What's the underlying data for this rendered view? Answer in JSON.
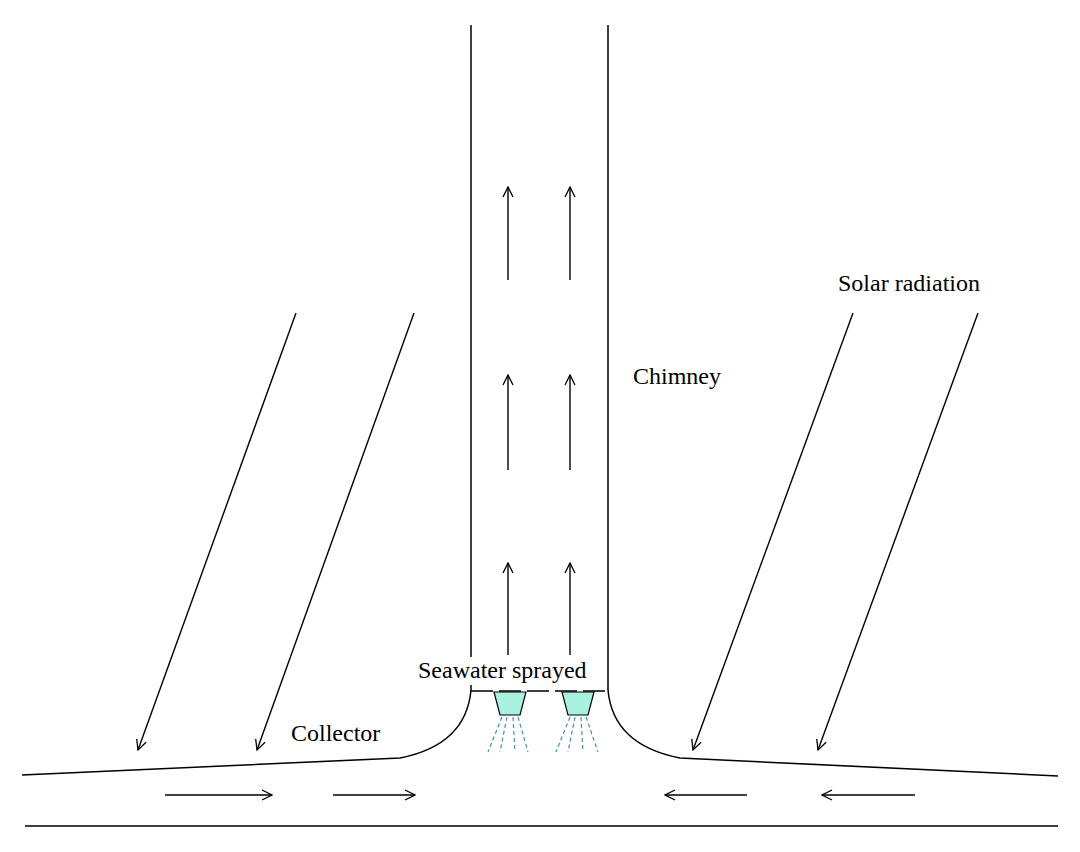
{
  "diagram": {
    "labels": [
      "Chimney",
      "Solar radiation",
      "Collector",
      "Seawater sprayed"
    ]
  }
}
